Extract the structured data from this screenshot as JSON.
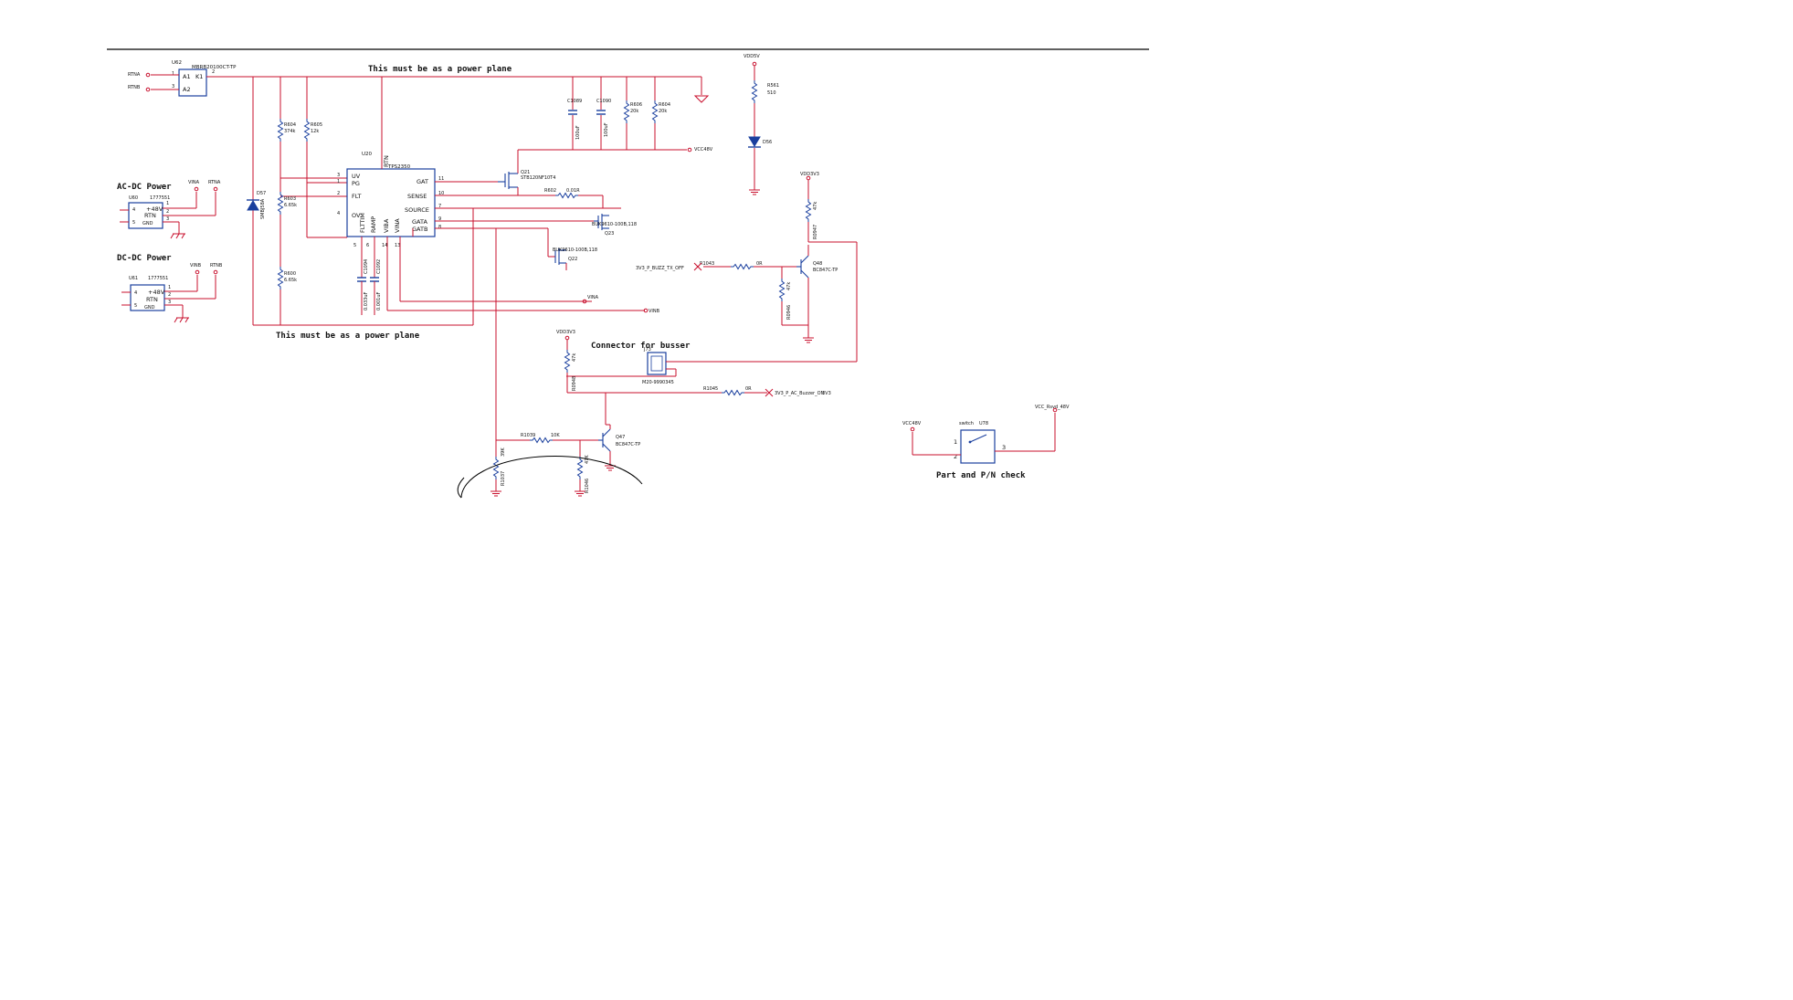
{
  "notes": {
    "power_plane_top": "This  must  be  as  a  power  plane",
    "power_plane_bottom": "This  must  be  as  a  power  plane",
    "acdc_power": "AC-DC   Power",
    "dcdc_power": "DC-DC   Power",
    "connector_busser": "Connector  for  busser",
    "part_pn_check": "Part  and  P/N  check"
  },
  "nets": {
    "rtna": "RTNA",
    "rtnb": "RTNB",
    "vina": "VINA",
    "vinb": "VINB",
    "vdd5v": "VDD5V",
    "vdd3v3": "VDD3V3",
    "vdd3v3_b": "VDD3V3",
    "vcc48v": "VCC48V",
    "vcc48v_b": "VCC48V",
    "vcc_rsvd": "VCC_Rsvd_48V",
    "buzz_off": "3V3_P_BUZZ_TX_OFF",
    "ac_buzz_on": "3V3_P_AC_Buzzer_ON",
    "dc_buzz_sig": "3V3"
  },
  "controller": {
    "ref": "U20",
    "part": "TPS2350",
    "pins_left": [
      "UV",
      "PG",
      "FLT",
      "OV"
    ],
    "pins_left_num": [
      "3",
      "1",
      "2",
      "4"
    ],
    "pins_right": [
      "GAT",
      "SENSE",
      "SOURCE",
      "GATA",
      "GATB"
    ],
    "pins_right_num": [
      "11",
      "10",
      "7",
      "9",
      "8"
    ],
    "pins_bottom": [
      "FLTTIM",
      "RAMP",
      "VIBA",
      "VINA"
    ],
    "pins_bottom_num": [
      "5",
      "6",
      "14",
      "13"
    ],
    "rtn_label": "RTN"
  },
  "diode_or": {
    "ref": "U62",
    "part": "MBRB20100CT-TP",
    "pins": [
      "A1",
      "K1",
      "A2"
    ],
    "pin_nums": [
      "1",
      "2",
      "3"
    ]
  },
  "acdc_conn": {
    "ref": "U60",
    "part": "1777551",
    "pins": [
      "+48V",
      "RTN",
      "GND"
    ],
    "nums": [
      "4",
      "5",
      "1",
      "2",
      "3"
    ]
  },
  "dcdc_conn": {
    "ref": "U61",
    "part": "1777551",
    "pins": [
      "+48V",
      "RTN",
      "GND"
    ],
    "nums": [
      "4",
      "5",
      "1",
      "2",
      "3"
    ]
  },
  "components": {
    "r_top1": {
      "ref": "R604",
      "val": "374k"
    },
    "r_top2": {
      "ref": "R605",
      "val": "12k"
    },
    "r_mid": {
      "ref": "R603",
      "val": "6.65k"
    },
    "r_bot": {
      "ref": "R600",
      "val": "6.65k"
    },
    "zener": {
      "ref": "D57",
      "val": "SMBJ58A"
    },
    "c_flt": {
      "ref": "C1094",
      "val": "0.033uF"
    },
    "c_ramp": {
      "ref": "C1092",
      "val": "0.001uF"
    },
    "c_bulk1": {
      "ref": "C1089",
      "val": "100uF"
    },
    "c_bulk2": {
      "ref": "C1090",
      "val": "100uF"
    },
    "r_bulk1": {
      "ref": "R606",
      "val": "20k"
    },
    "r_bulk2": {
      "ref": "R604",
      "val": "20k"
    },
    "fet_main": {
      "ref": "Q21",
      "part": "STB120NF10T4"
    },
    "fet_a": {
      "ref": "Q23",
      "part": "BUK9610-100B,118"
    },
    "fet_b": {
      "ref": "Q22",
      "part": "BUK9610-100B,118"
    },
    "r_sense": {
      "ref": "R602",
      "val": "0.01R"
    },
    "led": {
      "ref": "D56",
      "val": ""
    },
    "r_led": {
      "ref": "R561",
      "val": "510"
    },
    "q_buzz": {
      "ref": "Q48",
      "part": "BC847C-TP"
    },
    "r_buzz_base": {
      "ref": "R1043",
      "val": "0R"
    },
    "r_buzz_pull": {
      "ref": "R0947",
      "val": "47k"
    },
    "r_buzz_pd": {
      "ref": "R0946",
      "val": "47k"
    },
    "conn_buzz": {
      "ref": "J73",
      "part": "M20-9990345"
    },
    "r_conn_pull": {
      "ref": "R0948",
      "val": "47k"
    },
    "r_ac_on": {
      "ref": "R1045",
      "val": "0R"
    },
    "q_dc": {
      "ref": "Q47",
      "part": "BC847C-TP"
    },
    "r_dc_base": {
      "ref": "R1039",
      "val": "10K"
    },
    "r_dc_div1": {
      "ref": "R1037",
      "val": "39K"
    },
    "r_dc_div2": {
      "ref": "R1046",
      "val": "47K"
    },
    "switch": {
      "ref": "U78",
      "part": "switch",
      "pins": [
        "1",
        "2",
        "3"
      ]
    }
  },
  "colors": {
    "wire": "#c8102e",
    "part": "#1a3f9e",
    "text": "#111111",
    "frame": "#000000"
  }
}
